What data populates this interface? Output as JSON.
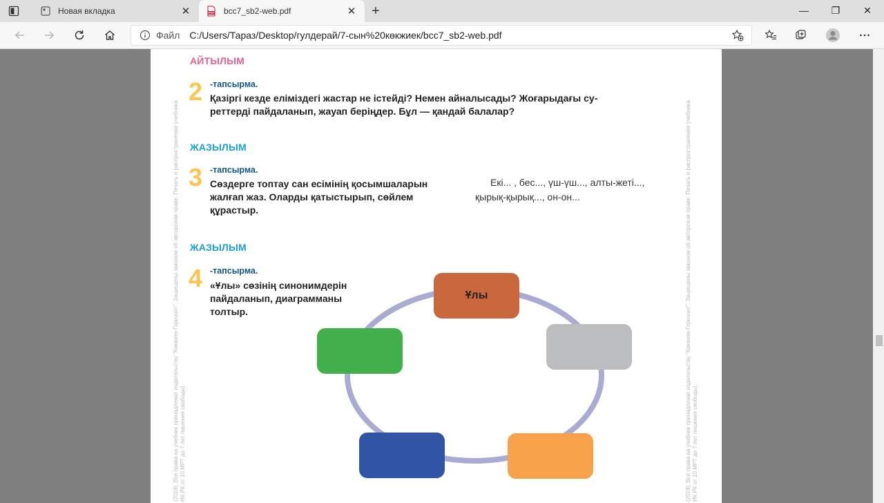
{
  "browser": {
    "tabs": [
      {
        "title": "Новая вкладка",
        "close_label": "✕"
      },
      {
        "title": "bcc7_sb2-web.pdf",
        "close_label": "✕"
      }
    ],
    "new_tab_label": "+",
    "window_controls": {
      "minimize": "—",
      "restore": "❐",
      "close": "✕"
    },
    "address": {
      "scheme_label": "Файл",
      "url": "C:/Users/Тараз/Desktop/гулдерай/7-сын%20көкжиек/bcc7_sb2-web.pdf"
    },
    "icons": [
      "tab-actions-icon",
      "new-tab-icon",
      "pdf-icon",
      "back-icon",
      "forward-icon",
      "reload-icon",
      "home-icon",
      "info-icon",
      "add-favorite-icon",
      "favorites-icon",
      "collections-icon",
      "profile-icon",
      "more-icon"
    ]
  },
  "document": {
    "side_text_left": "(2019). Все права на учебник принадлежат издательству \"Көкжиек-Горизонт\". Защищены законом об авторском праве. Печать и распространение учебника",
    "side_text_left2": "ИК РК от 10 МРТ до 7 лет лишения свободы).",
    "side_text_right": "(2019). Все права на учебник принадлежат издательству \"Көкжиек-Горизонт\". Защищены законом об авторском праве. Печать и распространение учебника",
    "side_text_right2": "ИК РК от 10 МРТ до 7 лет лишения свободы).",
    "sections": [
      {
        "heading": "АЙТЫЛЫМ",
        "color": "#e8608f"
      },
      {
        "heading": "ЖАЗЫЛЫМ",
        "color": "#1aa0cf"
      },
      {
        "heading": "ЖАЗЫЛЫМ",
        "color": "#1aa0cf"
      }
    ],
    "tasks": [
      {
        "number": "2",
        "label": "-тапсырма.",
        "lines": [
          "Қазіргі кезде еліміздегі жастар не істейді? Немен айналысады? Жоғарыдағы су-",
          "реттерді пайдаланып, жауап беріңдер. Бұл — қандай балалар?"
        ]
      },
      {
        "number": "3",
        "label": "-тапсырма.",
        "lines": [
          "Сөздерге топтау сан есімінің қосымшаларын",
          "жалғап жаз. Оларды қатыстырып, сөйлем",
          "құрастыр."
        ]
      },
      {
        "number": "4",
        "label": "-тапсырма.",
        "lines": [
          "«Ұлы» сөзінің синонимдерін",
          "пайдаланып, диаграмманы",
          "толтыр."
        ]
      }
    ],
    "word_list": {
      "line1": "Екі... , бес..., үш-үш..., алты-жеті...,",
      "line2": "қырық-қырық..., он-он..."
    },
    "diagram": {
      "ring_color": "#a9abd3",
      "boxes": [
        {
          "label": "Ұлы",
          "color": "#c9683d"
        },
        {
          "label": "",
          "color": "#bcbdbf"
        },
        {
          "label": "",
          "color": "#f7a24b"
        },
        {
          "label": "",
          "color": "#3155a4"
        },
        {
          "label": "",
          "color": "#41b04c"
        }
      ]
    }
  }
}
